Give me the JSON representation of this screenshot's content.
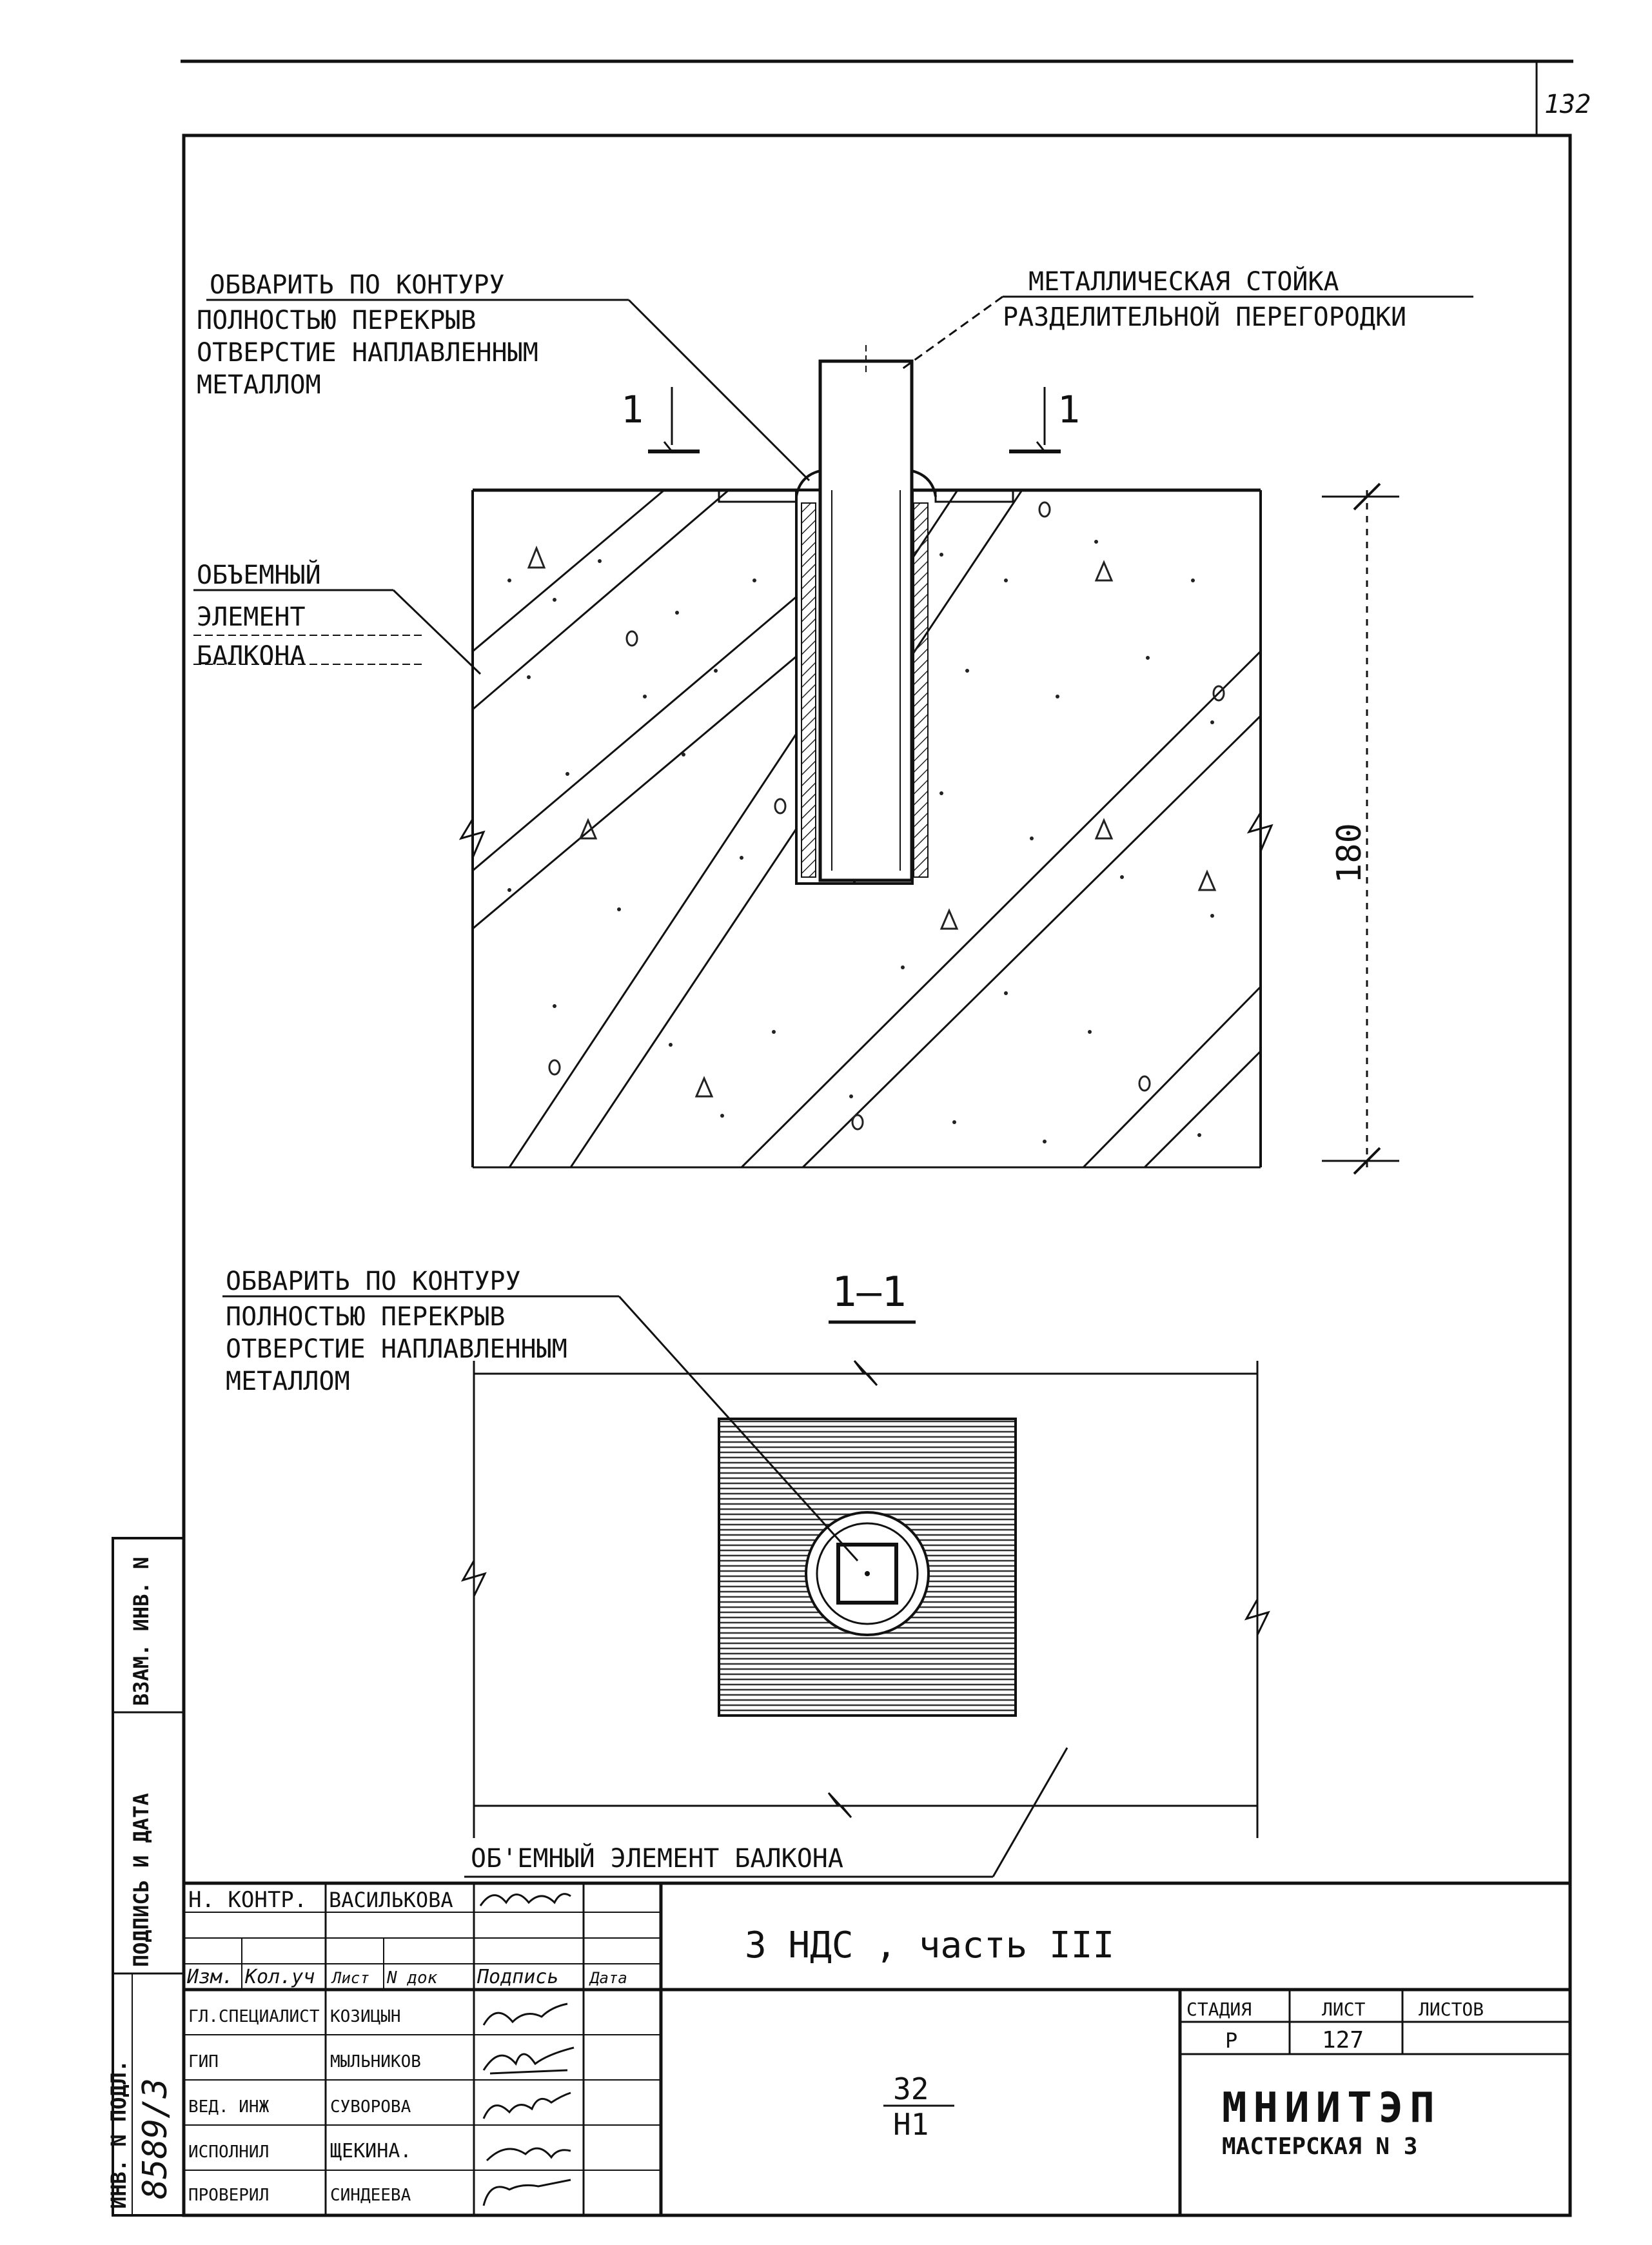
{
  "sheet_number": "132",
  "callouts": {
    "weld_top": [
      "ОБВАРИТЬ ПО КОНТУРУ",
      "ПОЛНОСТЬЮ ПЕРЕКРЫВ",
      "ОТВЕРСТИЕ НАПЛАВЛЕННЫМ",
      "МЕТАЛЛОМ"
    ],
    "post": [
      "МЕТАЛЛИЧЕСКАЯ СТОЙКА",
      "РАЗДЕЛИТЕЛЬНОЙ ПЕРЕГОРОДКИ"
    ],
    "balcony_element": [
      "ОБЪЕМНЫЙ",
      "ЭЛЕМЕНТ",
      "БАЛКОНА"
    ],
    "weld_section": [
      "ОБВАРИТЬ ПО КОНТУРУ",
      "ПОЛНОСТЬЮ ПЕРЕКРЫВ",
      "ОТВЕРСТИЕ НАПЛАВЛЕННЫМ",
      "МЕТАЛЛОМ"
    ],
    "balcony_element_bottom": "ОБ'ЕМНЫЙ  ЭЛЕМЕНТ БАЛКОНА"
  },
  "section_marker": "1",
  "section_title": "1—1",
  "dimension": "180",
  "side_stamp": {
    "inv_vzam": "ВЗАМ. ИНВ. N",
    "sign_date": "ПОДПИСЬ И ДАТА",
    "inv_podl": "ИНВ. N ПОДЛ.",
    "inv_value": "8589/3"
  },
  "title_block": {
    "n_kontr_label": "Н. КОНТР.",
    "n_kontr_name": "ВАСИЛЬКОВА",
    "headers": [
      "Изм.",
      "Кол.уч",
      "Лист",
      "N док",
      "Подпись",
      "Дата"
    ],
    "roles": [
      {
        "role": "ГЛ.СПЕЦИАЛИСТ",
        "name": "КОЗИЦЫН"
      },
      {
        "role": "ГИП",
        "name": "МЫЛЬНИКОВ"
      },
      {
        "role": "ВЕД. ИНЖ",
        "name": "СУВОРОВА"
      },
      {
        "role": "ИСПОЛНИЛ",
        "name": "ЩЕКИНА."
      },
      {
        "role": "ПРОВЕРИЛ",
        "name": "СИНДЕЕВА"
      }
    ],
    "project": "3 НДС , часть III",
    "doc_code_top": "32",
    "doc_code_bottom": "Н1",
    "stage_label": "СТАДИЯ",
    "sheet_label": "ЛИСТ",
    "sheets_label": "ЛИСТОВ",
    "stage_value": "Р",
    "sheet_value": "127",
    "org_name": "МНИИТЭП",
    "org_sub": "МАСТЕРСКАЯ N 3"
  }
}
